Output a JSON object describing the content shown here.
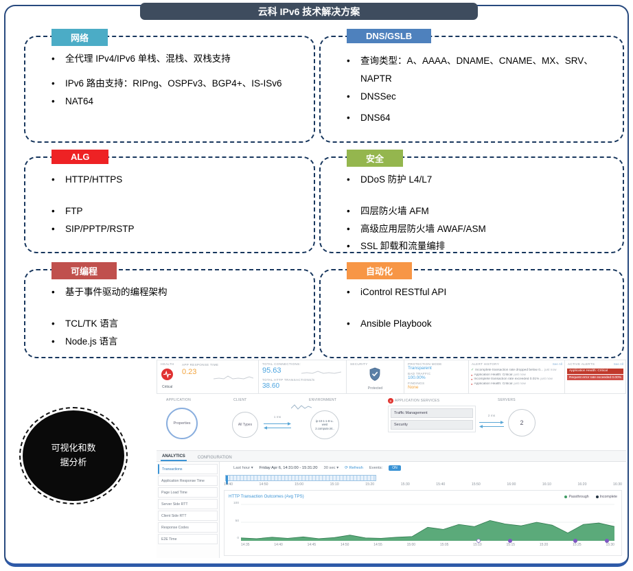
{
  "icons": {
    "chevron_down": "▾",
    "refresh": "⟳",
    "check": "✓",
    "dot": "●"
  },
  "slide": {
    "title": "云科 IPv6 技术解决方案",
    "boxes": [
      {
        "tag": "网络",
        "color": "#4bacc6",
        "bullets": [
          "全代理 IPv4/IPv6 单栈、混栈、双栈支持",
          "IPv6 路由支持：RIPng、OSPFv3、BGP4+、IS-ISv6",
          "NAT64"
        ]
      },
      {
        "tag": "DNS/GSLB",
        "color": "#4e81bd",
        "bullets": [
          "查询类型：A、AAAA、DNAME、CNAME、MX、SRV、NAPTR",
          "DNSSec",
          "DNS64"
        ]
      },
      {
        "tag": "ALG",
        "color": "#ee2224",
        "bullets": [
          "HTTP/HTTPS",
          "FTP",
          "SIP/PPTP/RSTP"
        ]
      },
      {
        "tag": "安全",
        "color": "#94b64e",
        "bullets": [
          "DDoS 防护 L4/L7",
          "四层防火墙 AFM",
          "高级应用层防火墙 AWAF/ASM",
          "SSL 卸载和流量编排"
        ]
      },
      {
        "tag": "可编程",
        "color": "#c0504d",
        "bullets": [
          "基于事件驱动的编程架构",
          "TCL/TK 语言",
          "Node.js 语言"
        ]
      },
      {
        "tag": "自动化",
        "color": "#f79646",
        "bullets": [
          "iControl RESTful API",
          "Ansible Playbook"
        ]
      }
    ],
    "oval_label": "可视化和数据分析"
  },
  "dashboard": {
    "health": {
      "label": "HEALTH",
      "status": "Critical"
    },
    "app_response": {
      "label": "APP RESPONSE TIME",
      "value": "0.23"
    },
    "connections": {
      "label": "TOTAL CONNECTIONS:",
      "value": "95.63"
    },
    "transactions": {
      "label": "TOTAL HTTP TRANSACTIONS/S",
      "value": "38.60"
    },
    "security": {
      "label": "SECURITY",
      "status": "Protected"
    },
    "protection": {
      "mode_label": "PROTECTION MODE",
      "mode_value": "Transparent",
      "bad_label": "BAD TRAFFIC",
      "bad_value": "100.00%",
      "findings_label": "FINDINGS",
      "findings_value": "None"
    },
    "alert_history": {
      "label": "ALERT HISTORY",
      "see_all": "See All",
      "items": [
        {
          "text": "Incomplete transaction rate dropped below 0...",
          "time": "just now"
        },
        {
          "text": "Application Health: Critical",
          "time": "just now"
        },
        {
          "text": "Incomplete transaction rate exceeded 0.01%",
          "time": "just now"
        },
        {
          "text": "Application Health: Critical",
          "time": "just now"
        }
      ]
    },
    "active_alerts": {
      "label": "ACTIVE ALERTS",
      "see_all": "See All",
      "items": [
        "Application Health: Critical",
        "Request error rate exceeded 0.00%"
      ]
    },
    "topology": {
      "application_label": "APPLICATION",
      "application_node": "Properties",
      "client_label": "CLIENT",
      "client_node": "All Types",
      "client_latency": "1 ms",
      "environment_label": "ENVIRONMENT",
      "env_lines": [
        "ip-10-1-1-8-u..",
        "west",
        "2.compute.int.."
      ],
      "services_label": "APPLICATION SERVICES",
      "services": [
        "Traffic Management",
        "Security"
      ],
      "server_latency": "2 ms",
      "servers_label": "SERVERS",
      "servers_node": "2"
    },
    "analytics": {
      "tabs": [
        "ANALYTICS",
        "CONFIGURATION"
      ],
      "sidebar": [
        "Transactions",
        "Application Response Time",
        "Page Load Time",
        "Server Side RTT",
        "Client Side RTT",
        "Response Codes",
        "E2E Time"
      ],
      "range_preset": "Last hour",
      "range_text": "Friday Apr 6, 14:31:00 - 15:31:20",
      "granularity": "30 sec",
      "refresh": "Refresh",
      "events_label": "Events:",
      "events_state": "ON",
      "ruler_ticks": [
        "14:40",
        "14:50",
        "15:00",
        "15:10",
        "15:20",
        "15:30",
        "15:40",
        "15:50",
        "16:00",
        "16:10",
        "16:20",
        "16:30"
      ]
    },
    "chart_data": {
      "type": "area",
      "title": "HTTP Transaction Outcomes (Avg TPS)",
      "legend": [
        {
          "name": "Passthrough",
          "color": "#3e9b63"
        },
        {
          "name": "Incomplete",
          "color": "#22313f"
        }
      ],
      "ylim": [
        0,
        100
      ],
      "yticks": [
        0,
        50,
        100
      ],
      "xticks": [
        "14:35",
        "14:40",
        "14:45",
        "14:50",
        "14:55",
        "15:00",
        "15:05",
        "15:10",
        "15:15",
        "15:20",
        "15:25",
        "15:30"
      ],
      "series": [
        {
          "name": "Passthrough",
          "color": "#3e9b63",
          "values": [
            6,
            4,
            8,
            5,
            9,
            4,
            7,
            14,
            6,
            5,
            8,
            10,
            36,
            30,
            44,
            38,
            55,
            45,
            40,
            50,
            42,
            20,
            44,
            48,
            38
          ]
        }
      ]
    }
  }
}
